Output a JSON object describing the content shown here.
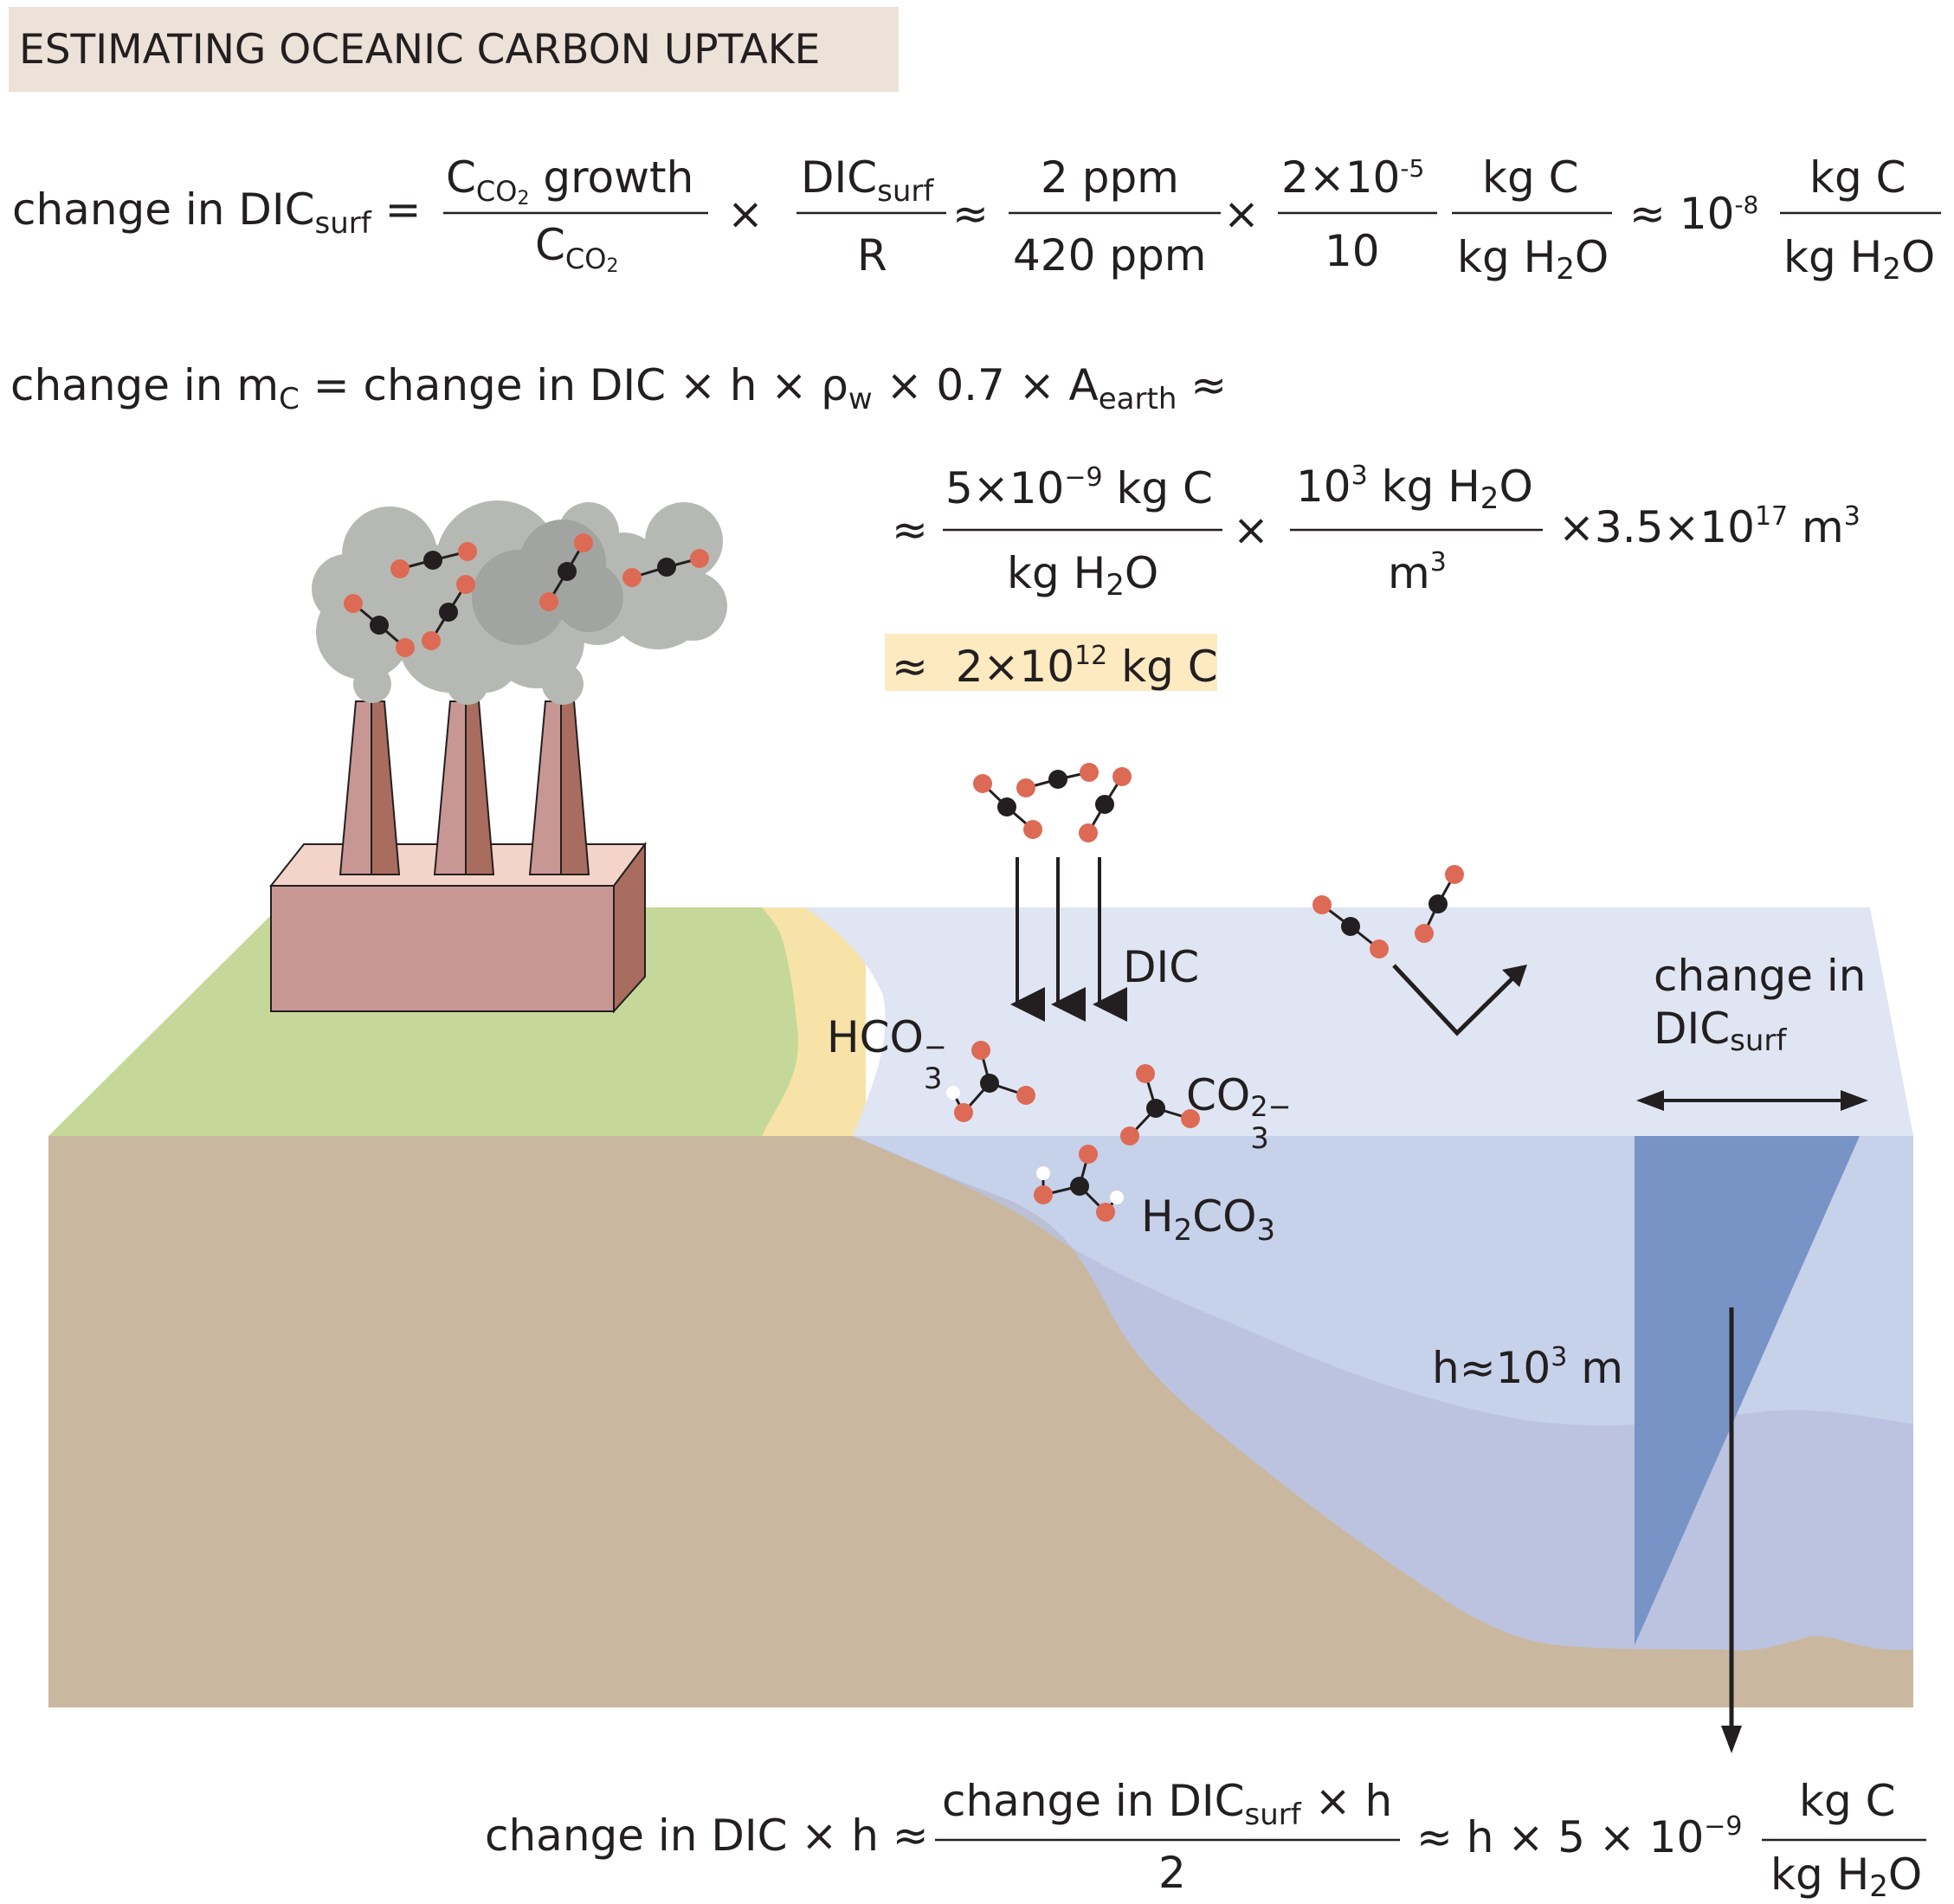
{
  "title": "ESTIMATING OCEANIC CARBON UPTAKE",
  "eq1": {
    "lhs": "change in DIC",
    "lhs_sub": "surf",
    "eq": "=",
    "f1_num": "C",
    "f1_num_sub": "CO",
    "f1_num_sub2": "2",
    "f1_num_rest": " growth",
    "f1_den": "C",
    "f1_den_sub": "CO",
    "f1_den_sub2": "2",
    "times": "×",
    "f2_num": "DIC",
    "f2_num_sub": "surf",
    "f2_den": "R",
    "approx": "≈",
    "f3_num": "2 ppm",
    "f3_den": "420 ppm",
    "f4_num": "2×10",
    "f4_num_sup": "-5",
    "f4_den": "10",
    "f5_num": "kg C",
    "f5_den": "kg H",
    "f5_den_sub": "2",
    "f5_den_rest": "O",
    "val": "10",
    "val_sup": "-8",
    "f6_num": "kg C",
    "f6_den": "kg H",
    "f6_den_sub": "2",
    "f6_den_rest": "O"
  },
  "eq2": {
    "p1": "change in m",
    "p1_sub": "C",
    "p2": " = change in DIC × h × ρ",
    "p2_sub": "w",
    "p3": " × 0.7 × A",
    "p3_sub": "earth",
    "p4": " ≈"
  },
  "eq3": {
    "approx": "≈",
    "f1_num": "5×10",
    "f1_num_sup": "−9",
    "f1_num_rest": " kg C",
    "f1_den": "kg H",
    "f1_den_sub": "2",
    "f1_den_rest": "O",
    "times": "×",
    "f2_num": "10",
    "f2_num_sup": "3",
    "f2_num_rest": " kg H",
    "f2_num_sub": "2",
    "f2_num_rest2": "O",
    "f2_den": "m",
    "f2_den_sup": "3",
    "tail": "×3.5×10",
    "tail_sup": "17",
    "tail_rest": " m",
    "tail_sup2": "3"
  },
  "result": {
    "approx": "≈",
    "val": "2×10",
    "sup": "12",
    "rest": " kg C"
  },
  "labels": {
    "dic": "DIC",
    "hco3": "HCO",
    "hco3_sub": "3",
    "hco3_sup": "−",
    "co3": "CO",
    "co3_sub": "3",
    "co3_sup": "2−",
    "h2co3_a": "H",
    "h2co3_sub1": "2",
    "h2co3_b": "CO",
    "h2co3_sub2": "3",
    "change_line1": "change in",
    "change_line2": "DIC",
    "change_sub": "surf",
    "depth": "h≈10",
    "depth_sup": "3",
    "depth_rest": " m"
  },
  "eq4": {
    "lhs": "change in DIC × h ≈",
    "f1_num": "change in DIC",
    "f1_num_sub": "surf",
    "f1_num_rest": " × h",
    "f1_den": "2",
    "mid": "≈ h × 5 × 10",
    "mid_sup": "−9",
    "f2_num": "kg C",
    "f2_den": "kg H",
    "f2_den_sub": "2",
    "f2_den_rest": "O"
  },
  "colors": {
    "ground": "#c9b89f",
    "grass": "#c5d89a",
    "sand": "#f7e2a8",
    "sea_surface": "#dfe5f3",
    "sea": "#c6d1ea",
    "deep": "#b9c1de",
    "wedge": "#7893c6",
    "factory": "#c89794",
    "stack_dark": "#a86d5f",
    "smoke": "#b6b9b3",
    "oxygen": "#dd6a55",
    "carbon": "#231f20"
  }
}
